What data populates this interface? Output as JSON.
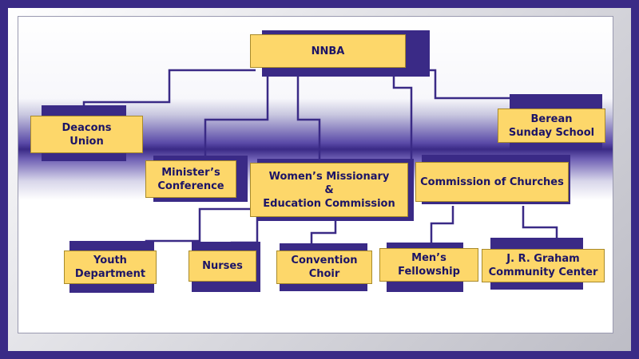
{
  "org_chart": {
    "root": {
      "label": "NNBA"
    },
    "level1": [
      {
        "id": "deacons",
        "label": "Deacons\nUnion"
      },
      {
        "id": "berean",
        "label": "Berean\nSunday School"
      }
    ],
    "level2": [
      {
        "id": "ministers",
        "label": "Minister’s\nConference"
      },
      {
        "id": "womens",
        "label": "Women’s Missionary\n&\nEducation Commission"
      },
      {
        "id": "commission",
        "label": "Commission of  Churches"
      }
    ],
    "level3": [
      {
        "id": "youth",
        "label": "Youth\nDepartment"
      },
      {
        "id": "nurses",
        "label": "Nurses"
      },
      {
        "id": "choir",
        "label": "Convention\nChoir"
      },
      {
        "id": "mens",
        "label": "Men’s\nFellowship"
      },
      {
        "id": "graham",
        "label": "J. R. Graham\nCommunity Center"
      }
    ]
  },
  "colors": {
    "box_fill": "#fdd76a",
    "box_text": "#1c1466",
    "connector": "#3a2a86",
    "frame": "#3a2a86"
  }
}
